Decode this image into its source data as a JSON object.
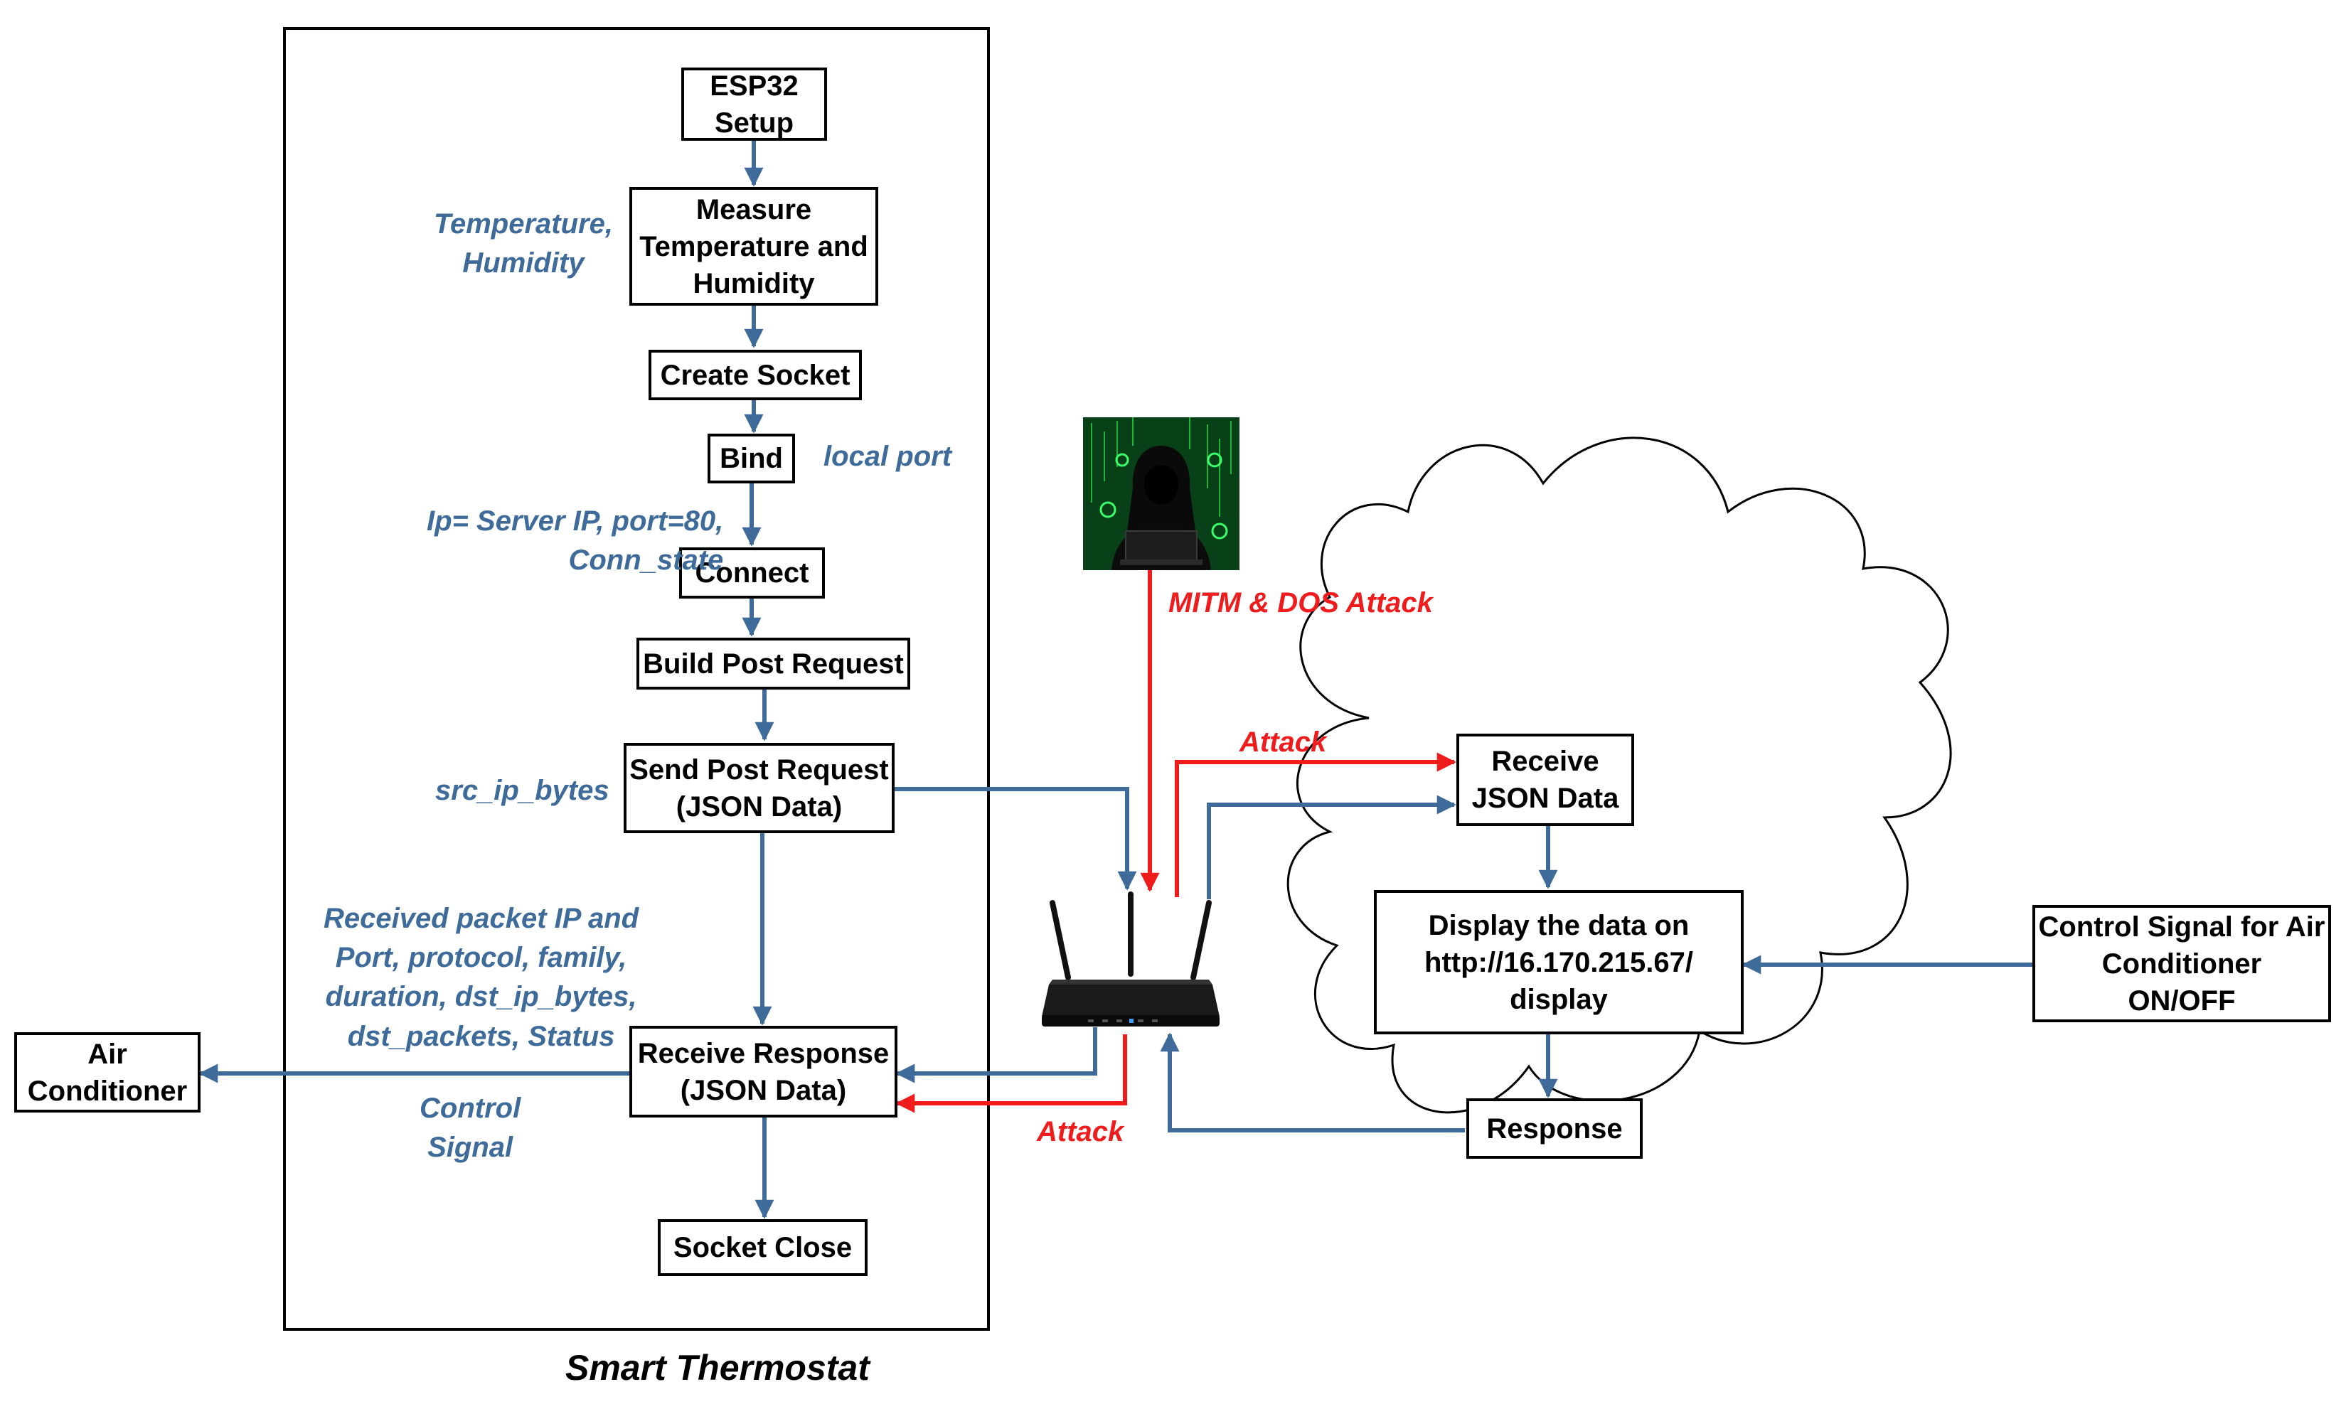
{
  "caption": "Smart Thermostat",
  "nodes": {
    "esp32_setup": "ESP32\nSetup",
    "measure": "Measure\nTemperature and\nHumidity",
    "create_socket": "Create Socket",
    "bind": "Bind",
    "connect": "Connect",
    "build_post": "Build Post Request",
    "send_post": "Send Post Request\n(JSON Data)",
    "receive_response": "Receive Response\n(JSON Data)",
    "socket_close": "Socket Close",
    "air_conditioner": "Air\nConditioner",
    "receive_json": "Receive\nJSON Data",
    "display_data": "Display the data on\nhttp://16.170.215.67/\ndisplay",
    "response": "Response",
    "control_signal": "Control Signal for Air\nConditioner\nON/OFF"
  },
  "notes": {
    "temp_humidity": "Temperature,\nHumidity",
    "local_port": "local port",
    "server_ip": "Ip= Server IP, port=80,\nConn_state",
    "src_ip": "src_ip_bytes",
    "received_packet": "Received packet IP and\nPort, protocol, family,\nduration, dst_ip_bytes,\ndst_packets, Status",
    "control": "Control\nSignal"
  },
  "attacks": {
    "mitm_dos": "MITM & DOS Attack",
    "attack_top": "Attack",
    "attack_bottom": "Attack"
  },
  "icons": {
    "hacker": "hacker-icon",
    "router": "router-icon",
    "cloud": "cloud-icon"
  },
  "colors": {
    "flow": "#3e6b9a",
    "attack": "#ee1c1c",
    "border": "#000000"
  }
}
